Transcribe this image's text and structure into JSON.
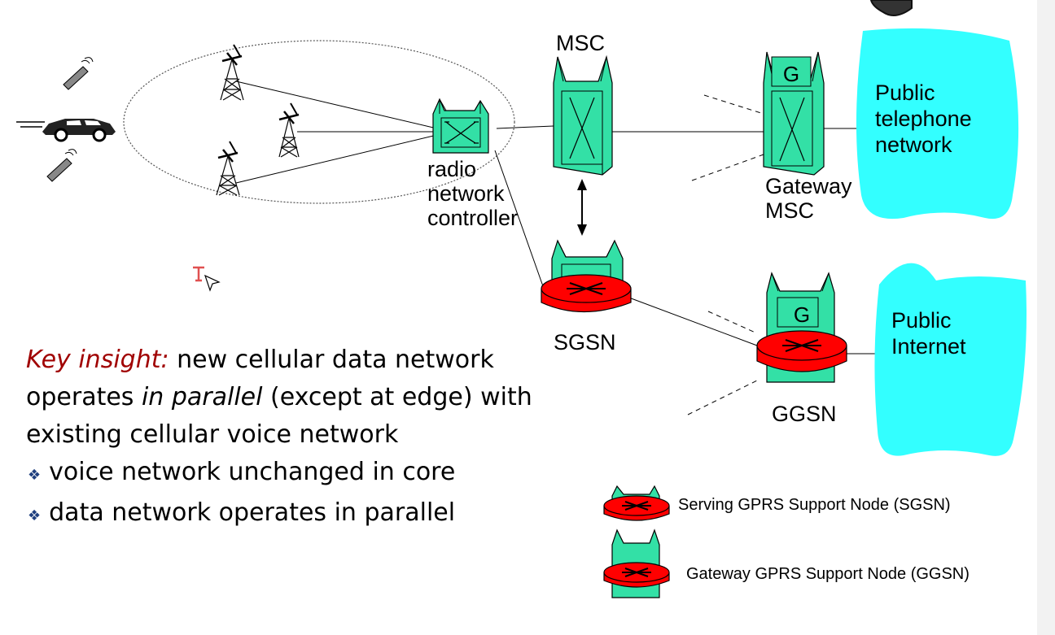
{
  "diagram": {
    "msc_label": "MSC",
    "rnc_label_lines": [
      "radio",
      "network",
      "controller"
    ],
    "gateway_msc_label_lines": [
      "Gateway",
      "MSC"
    ],
    "sgsn_label": "SGSN",
    "ggsn_label": "GGSN",
    "gateway_g_letter": "G",
    "ggsn_g_letter": "G",
    "public_telephone_lines": [
      "Public",
      "telephone",
      "network"
    ],
    "public_internet_lines": [
      "Public",
      "Internet"
    ]
  },
  "legend": {
    "sgsn": "Serving GPRS Support Node (SGSN)",
    "ggsn": "Gateway GPRS Support Node (GGSN)"
  },
  "text": {
    "insight_label": "Key insight:",
    "insight_rest_1": " new cellular data network operates ",
    "insight_parallel": "in parallel",
    "insight_rest_2": " (except at edge) with existing cellular voice network",
    "bullets": [
      "voice network unchanged in core",
      "data network operates in parallel"
    ]
  },
  "colors": {
    "switch_fill": "#33e0a6",
    "router_fill": "#ff0000",
    "cloud_fill": "#33ffff",
    "insight_color": "#a00000"
  }
}
